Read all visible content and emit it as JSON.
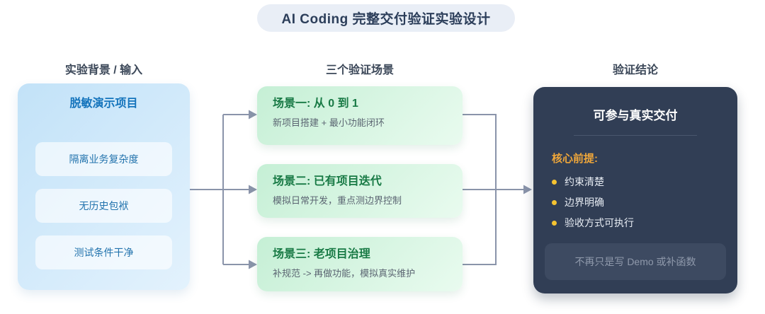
{
  "title": "AI Coding 完整交付验证实验设计",
  "columns": {
    "input": {
      "header": "实验背景 / 输入",
      "panel_title": "脱敏演示项目",
      "items": [
        "隔离业务复杂度",
        "无历史包袱",
        "测试条件干净"
      ]
    },
    "scenarios": {
      "header": "三个验证场景",
      "cards": [
        {
          "title": "场景一: 从 0 到 1",
          "desc": "新项目搭建 + 最小功能闭环"
        },
        {
          "title": "场景二: 已有项目迭代",
          "desc": "模拟日常开发，重点测边界控制"
        },
        {
          "title": "场景三: 老项目治理",
          "desc": "补规范 -> 再做功能，模拟真实维护"
        }
      ]
    },
    "conclusion": {
      "header": "验证结论",
      "panel_title": "可参与真实交付",
      "premise_label": "核心前提:",
      "premises": [
        "约束清楚",
        "边界明确",
        "验收方式可执行"
      ],
      "footer_note": "不再只是写 Demo 或补函数"
    }
  },
  "colors": {
    "accent_blue": "#1474bc",
    "accent_green": "#187a45",
    "accent_orange": "#f0a73a",
    "bullet_yellow": "#f5c331",
    "dark_panel": "#313e55",
    "connector": "#8a94aa",
    "pill_bg": "#e9eef6"
  }
}
